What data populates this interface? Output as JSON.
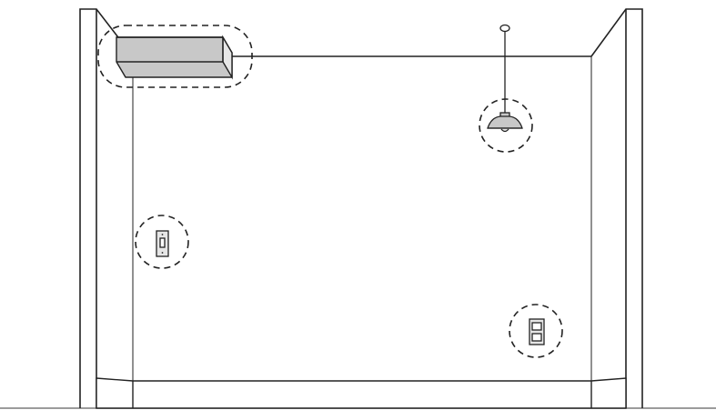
{
  "scene": {
    "description_label": "",
    "colors": {
      "line": "#222222",
      "fixture_fill": "#c8c8c8",
      "fixture_fill_light": "#e6e6e6",
      "background": "#ffffff",
      "floor": "#7a7a7a"
    },
    "callouts": [
      {
        "target": "wall-mounted-box-fixture",
        "shape": "rounded-rect",
        "style": "dashed"
      },
      {
        "target": "pendant-light",
        "shape": "circle",
        "style": "dashed"
      },
      {
        "target": "light-switch",
        "shape": "circle",
        "style": "dashed"
      },
      {
        "target": "electrical-outlet",
        "shape": "circle",
        "style": "dashed"
      }
    ],
    "icons": [
      "box-fixture-icon",
      "pendant-lamp-icon",
      "light-switch-icon",
      "outlet-icon"
    ]
  }
}
